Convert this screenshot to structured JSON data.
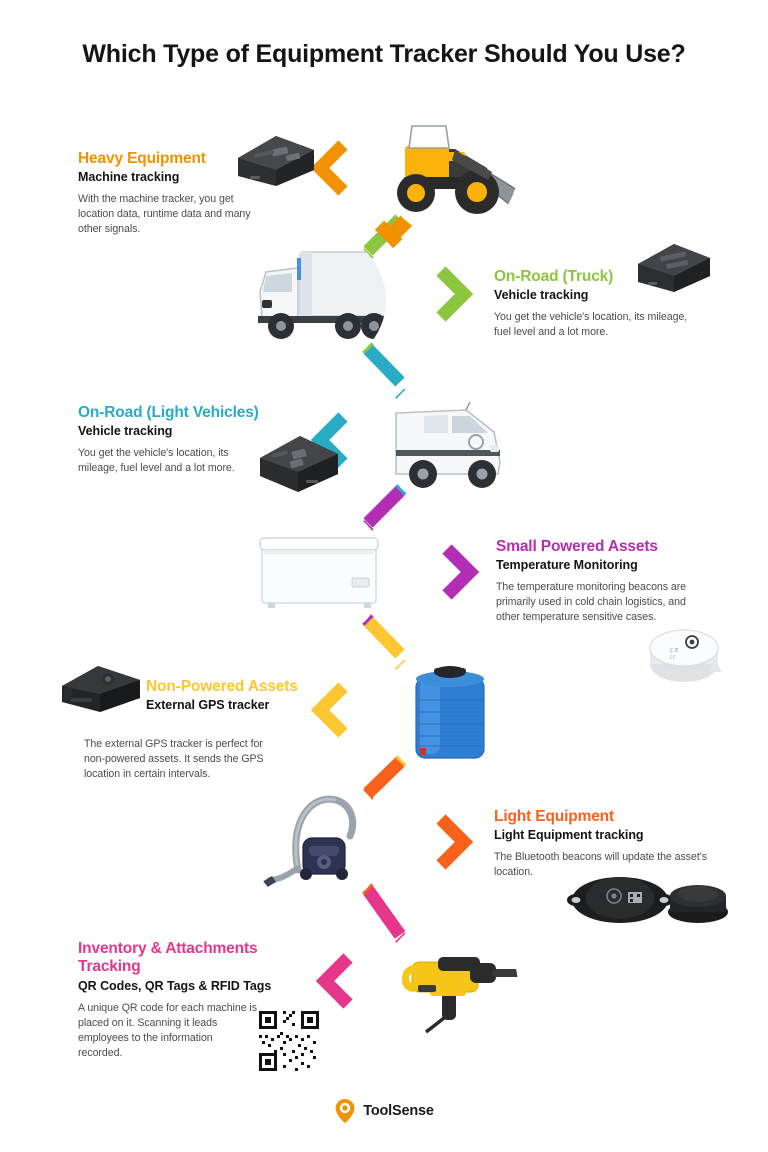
{
  "title": "Which Type of Equipment Tracker Should You Use?",
  "brand": {
    "name": "ToolSense",
    "logo_icon": "map-pin-icon",
    "logo_color": "#F39200"
  },
  "colors": {
    "heavy_equipment": "#F39200",
    "on_road_truck": "#8CC63E",
    "on_road_light": "#29ABC5",
    "small_powered": "#B32EB4",
    "non_powered": "#FDC633",
    "light_equipment": "#F7611B",
    "inventory": "#E6368B",
    "body_text": "#4b4b4b",
    "subhead_text": "#141414"
  },
  "sections": [
    {
      "id": "heavy-equipment",
      "heading": "Heavy Equipment",
      "subheading": "Machine tracking",
      "body": "With the machine tracker, you get location data, runtime data and many other signals.",
      "color": "#F39200",
      "side": "left",
      "chevron": "chevron-left-icon",
      "node_image": "wheel-loader-photo",
      "device_image": "black-box-gps-tracker-photo"
    },
    {
      "id": "on-road-truck",
      "heading": "On-Road (Truck)",
      "subheading": "Vehicle tracking",
      "body": "You get the vehicle's location, its mileage, fuel level and a lot more.",
      "color": "#8CC63E",
      "side": "right",
      "chevron": "chevron-right-icon",
      "node_image": "semi-truck-photo",
      "device_image": "black-obd-gps-tracker-photo"
    },
    {
      "id": "on-road-light-vehicles",
      "heading": "On-Road (Light Vehicles)",
      "subheading": "Vehicle tracking",
      "body": "You get the vehicle's location, its mileage, fuel level and a lot more.",
      "color": "#29ABC5",
      "side": "left",
      "chevron": "chevron-left-icon",
      "node_image": "white-van-photo",
      "device_image": "black-plug-gps-tracker-photo"
    },
    {
      "id": "small-powered-assets",
      "heading": "Small Powered Assets",
      "subheading": "Temperature Monitoring",
      "body": "The temperature monitoring beacons are primarily used in cold chain logistics, and other temperature sensitive cases.",
      "color": "#B32EB4",
      "side": "right",
      "chevron": "chevron-right-icon",
      "node_image": "chest-freezer-photo",
      "device_image": "white-round-temperature-beacon-photo"
    },
    {
      "id": "non-powered-assets",
      "heading": "Non-Powered Assets",
      "subheading": "External GPS tracker",
      "body": "The external GPS tracker is perfect for non-powered assets. It sends the GPS location in certain intervals.",
      "color": "#FDC633",
      "side": "left",
      "chevron": "chevron-left-icon",
      "node_image": "blue-water-tank-photo",
      "device_image": "black-external-gps-tracker-photo"
    },
    {
      "id": "light-equipment",
      "heading": "Light Equipment",
      "subheading": "Light Equipment tracking",
      "body": "The Bluetooth beacons will update the asset's location.",
      "color": "#F7611B",
      "side": "right",
      "chevron": "chevron-right-icon",
      "node_image": "vacuum-cleaner-photo",
      "device_image": "black-bluetooth-beacons-photo"
    },
    {
      "id": "inventory-attachments-tracking",
      "heading": "Inventory & Attachments Tracking",
      "subheading": "QR Codes, QR Tags & RFID Tags",
      "body": "A unique QR code for each machine is placed on it. Scanning it leads employees to the information recorded.",
      "color": "#E6368B",
      "side": "left",
      "chevron": "chevron-left-icon",
      "node_image": "rotary-hammer-drill-photo",
      "device_image": "qr-code-photo"
    }
  ]
}
